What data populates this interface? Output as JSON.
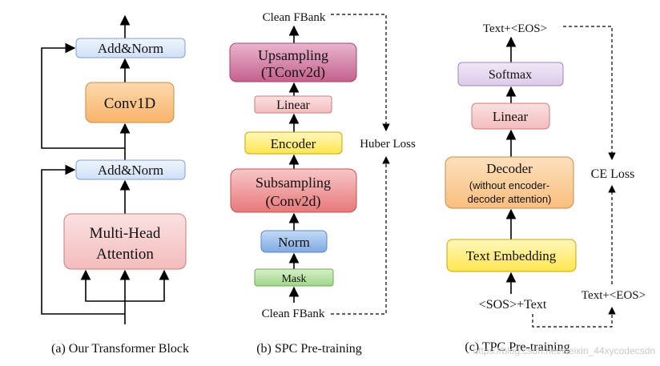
{
  "panel_a": {
    "add_norm_top": "Add&Norm",
    "conv1d": "Conv1D",
    "add_norm_bottom": "Add&Norm",
    "mha_line1": "Multi-Head",
    "mha_line2": "Attention",
    "caption": "(a) Our Transformer Block"
  },
  "panel_b": {
    "clean_fbank_top": "Clean FBank",
    "upsampling_line1": "Upsampling",
    "upsampling_line2": "(TConv2d)",
    "linear": "Linear",
    "encoder": "Encoder",
    "huber_loss": "Huber Loss",
    "subsampling_line1": "Subsampling",
    "subsampling_line2": "(Conv2d)",
    "norm": "Norm",
    "mask": "Mask",
    "clean_fbank_bottom": "Clean FBank",
    "caption": "(b) SPC Pre-training"
  },
  "panel_c": {
    "text_eos_top": "Text+<EOS>",
    "softmax": "Softmax",
    "linear": "Linear",
    "decoder_line1": "Decoder",
    "decoder_line2": "(without encoder-",
    "decoder_line3": "decoder attention)",
    "ce_loss": "CE Loss",
    "text_embedding": "Text Embedding",
    "sos_text": "<SOS>+Text",
    "text_eos_bottom": "Text+<EOS>",
    "caption": "(c) TPC Pre-training"
  },
  "watermark": "https://blog.csdn.net/weixin_44xycodecsdn",
  "colors": {
    "blue_fill": "#dce9fb",
    "blue_stroke": "#7da2d8",
    "orange_fill": "#fcc98f",
    "orange_stroke": "#c98a45",
    "pink_fill": "#f7cfcf",
    "pink_stroke": "#d07a7a",
    "lavender_fill": "#e6d8f0",
    "lavender_stroke": "#9b85b8",
    "yellow_fill": "#fff08a",
    "yellow_stroke": "#c9a600",
    "green_fill": "#b9e3a6",
    "green_stroke": "#6da75a",
    "norm_fill": "#9ec1ec",
    "norm_stroke": "#5e87c2",
    "magenta_fill": "#d889ad",
    "magenta_stroke": "#a0456f",
    "salmon_fill": "#f19ea0",
    "salmon_stroke": "#c0504d"
  }
}
